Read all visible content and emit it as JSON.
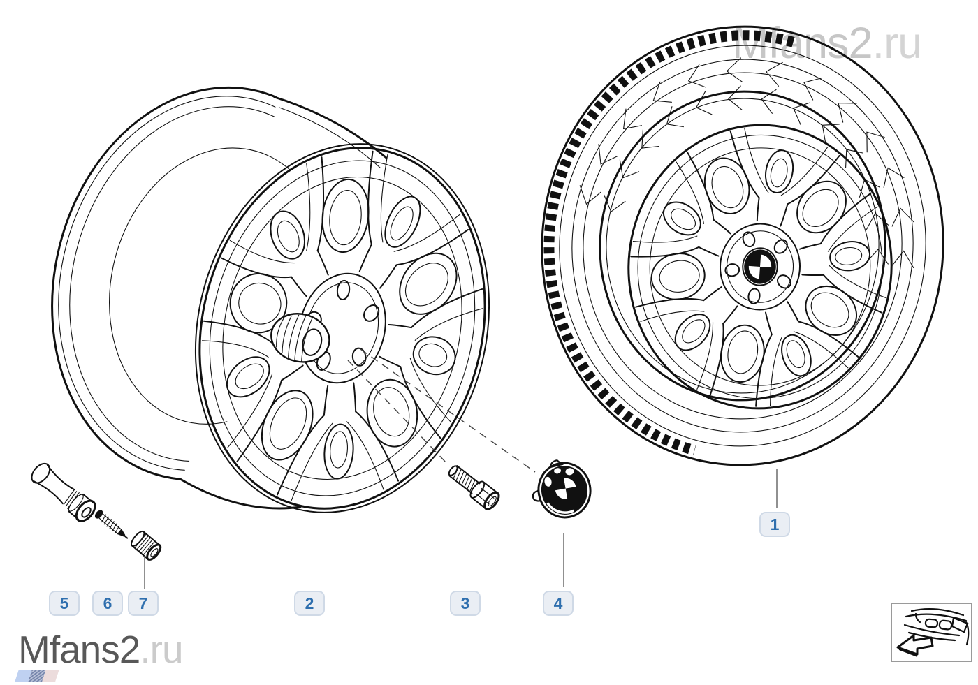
{
  "watermarks": {
    "top_right": {
      "main": "Mfans2",
      "suffix": ".ru"
    },
    "bottom_left": {
      "main": "Mfans2",
      "suffix": ".ru"
    }
  },
  "callouts": [
    {
      "label": "1"
    },
    {
      "label": "2"
    },
    {
      "label": "3"
    },
    {
      "label": "4"
    },
    {
      "label": "5"
    },
    {
      "label": "6"
    },
    {
      "label": "7"
    }
  ],
  "colors": {
    "accent_blue": "#2f6fae",
    "callout_bg": "#eaeef4",
    "callout_border": "#cfd9e6",
    "line_art": "#111111",
    "watermark_dark": "#585858",
    "watermark_light": "#cbcbcb",
    "flag_blue": "#b5c9ef",
    "flag_navy": "#7d8db0",
    "flag_red": "#e9d6d6"
  },
  "icons": {
    "wheel_with_tire": "complete-wheel-with-tire-drawing",
    "alloy_wheel": "light-alloy-wheel-drawing",
    "wheel_bolt": "wheel-bolt-drawing",
    "hub_cap": "bmw-hub-cap-drawing",
    "valve_stem": "valve-stem-drawing",
    "valve_core": "valve-core-drawing",
    "valve_cap": "valve-cap-drawing",
    "car_thumbnail": "car-front-thumbnail-icon",
    "direction_arrow": "direction-arrow-icon"
  }
}
